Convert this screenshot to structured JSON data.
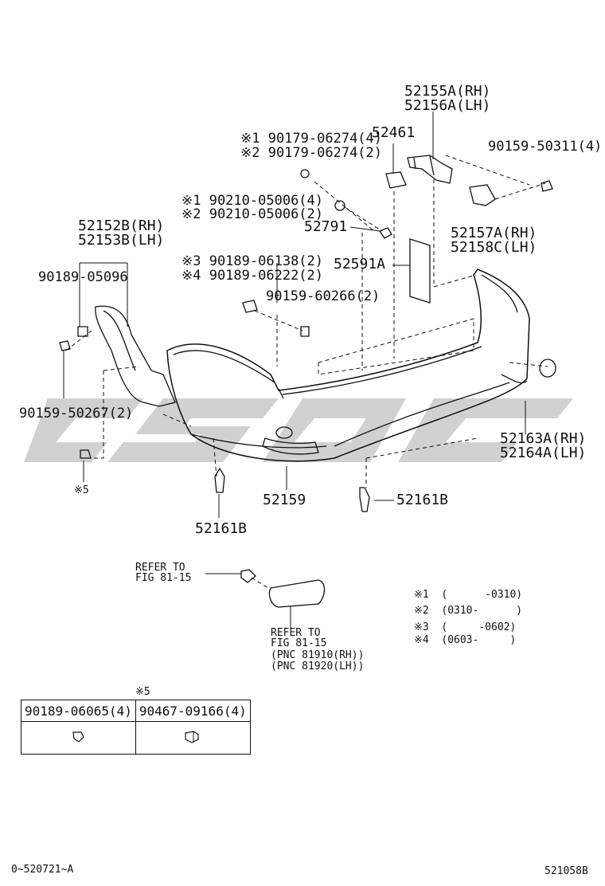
{
  "labels": {
    "p52155A": "52155A(RH)",
    "p52156A": "52156A(LH)",
    "p52461": "52461",
    "p90179a": "※1 90179-06274(4)",
    "p90179b": "※2 90179-06274(2)",
    "p90159_50311": "90159-50311(4)",
    "p90210a": "※1 90210-05006(4)",
    "p90210b": "※2 90210-05006(2)",
    "p52791": "52791",
    "p52157A": "52157A(RH)",
    "p52158C": "52158C(LH)",
    "p52152B": "52152B(RH)",
    "p52153B": "52153B(LH)",
    "p90189_06138": "※3 90189-06138(2)",
    "p90189_06222": "※4 90189-06222(2)",
    "p52591A": "52591A",
    "p90189_05096": "90189-05096",
    "p90159_60266": "90159-60266(2)",
    "p90159_50267": "90159-50267(2)",
    "p52163A": "52163A(RH)",
    "p52164A": "52164A(LH)",
    "p52159": "52159",
    "p52161B_r": "52161B",
    "p52161B_l": "52161B",
    "star5": "※5",
    "refer1a": "REFER TO",
    "refer1b": "FIG 81-15",
    "refer2a": "REFER TO",
    "refer2b": "FIG 81-15",
    "pnc1": "(PNC 81910(RH))",
    "pnc2": "(PNC 81920(LH))"
  },
  "notes": [
    "※1  (      -0310)",
    "※2  (0310-      )",
    "※3  (     -0602)",
    "※4  (0603-     )"
  ],
  "fastener_table": {
    "caption": "※5",
    "col1": "90189-06065(4)",
    "col2": "90467-09166(4)"
  },
  "footer": {
    "left": "0~520721~A",
    "right": "521058B"
  },
  "watermark": {
    "text": "csoc",
    "color": "#c8c8c8"
  }
}
